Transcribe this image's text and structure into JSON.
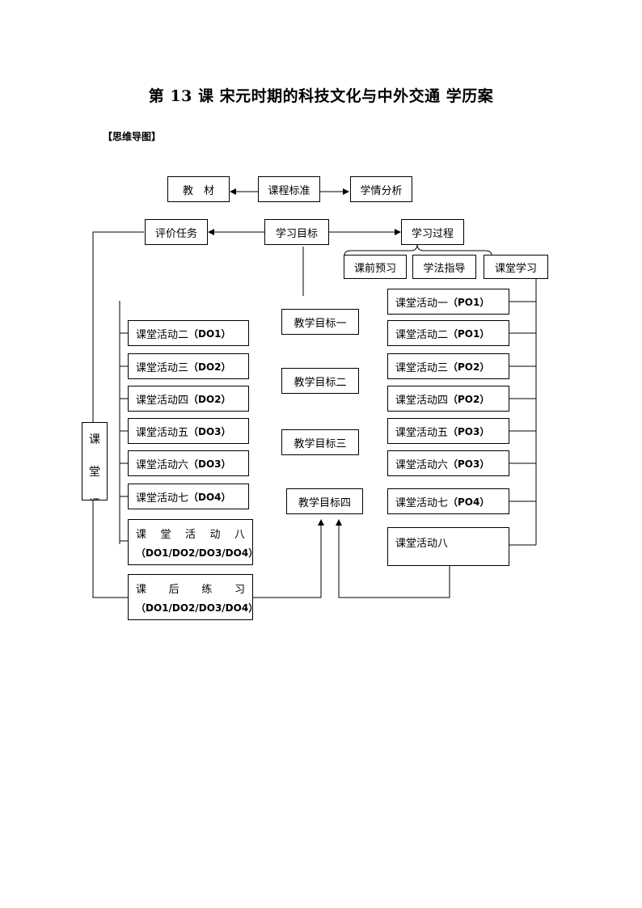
{
  "title": "第 13 课  宋元时期的科技文化与中外交通  学历案",
  "section_label": "【思维导图】",
  "top_row": {
    "textbook": "教　材",
    "curriculum_standard": "课程标准",
    "learner_analysis": "学情分析"
  },
  "second_row": {
    "evaluation_task": "评价任务",
    "learning_goal": "学习目标",
    "learning_process": "学习过程"
  },
  "process_steps": [
    "课前预习",
    "学法指导",
    "课堂学习"
  ],
  "teaching_goals": [
    "教学目标一",
    "教学目标二",
    "教学目标三",
    "教学目标四"
  ],
  "left_activities": [
    {
      "name": "课堂活动二",
      "code": "（DO1）"
    },
    {
      "name": "课堂活动三",
      "code": "（DO2）"
    },
    {
      "name": "课堂活动四",
      "code": "（DO2）"
    },
    {
      "name": "课堂活动五",
      "code": "（DO3）"
    },
    {
      "name": "课堂活动六",
      "code": "（DO3）"
    },
    {
      "name": "课堂活动七",
      "code": "（DO4）"
    }
  ],
  "left_activity8": {
    "chars": [
      "课",
      "堂",
      "活",
      "动",
      "八"
    ],
    "code": "（DO1/DO2/DO3/DO4）"
  },
  "left_homework": {
    "chars": [
      "课",
      "后",
      "练",
      "习"
    ],
    "code": "（DO1/DO2/DO3/DO4）"
  },
  "classroom_eval_chars": [
    "课",
    "堂",
    "评"
  ],
  "right_activities": [
    {
      "name": "课堂活动一",
      "code": "（PO1）"
    },
    {
      "name": "课堂活动二",
      "code": "（PO1）"
    },
    {
      "name": "课堂活动三",
      "code": "（PO2）"
    },
    {
      "name": "课堂活动四",
      "code": "（PO2）"
    },
    {
      "name": "课堂活动五",
      "code": "（PO3）"
    },
    {
      "name": "课堂活动六",
      "code": "（PO3）"
    },
    {
      "name": "课堂活动七",
      "code": "（PO4）"
    }
  ],
  "right_activity8": "课堂活动八"
}
